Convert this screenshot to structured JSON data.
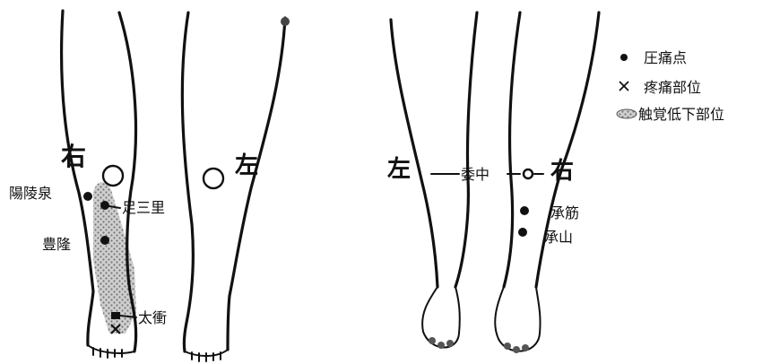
{
  "front_view": {
    "side_right": "右",
    "side_left": "左",
    "points": {
      "yanglingquan": "陽陵泉",
      "zusanli": "足三里",
      "fenglong": "豊隆",
      "taichong": "太衝"
    }
  },
  "back_view": {
    "side_left": "左",
    "side_right": "右",
    "points": {
      "weizhong": "委中",
      "chengjin": "承筋",
      "chengshan": "承山"
    }
  },
  "legend": {
    "tender_point": "圧痛点",
    "pain_site": "疼痛部位",
    "hypoesthesia": "触覚低下部位"
  },
  "colors": {
    "ink": "#111111",
    "shading": "#9a9a9a",
    "background": "#ffffff"
  }
}
